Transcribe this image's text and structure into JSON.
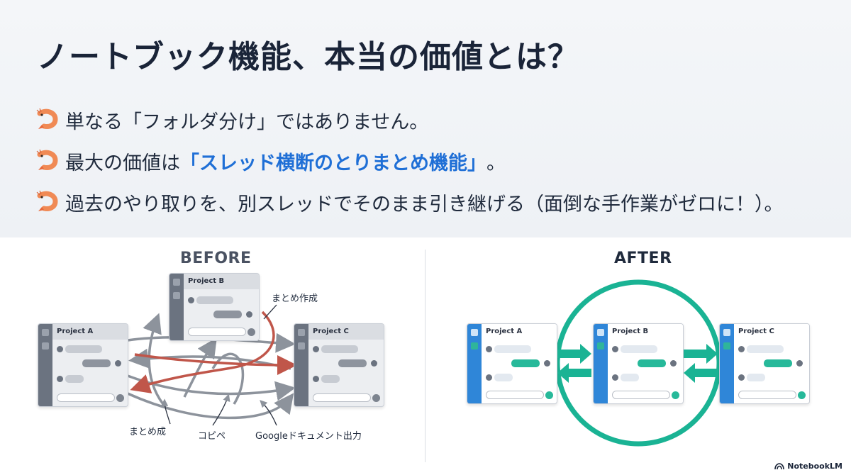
{
  "slide": {
    "title": "ノートブック機能、本当の価値とは？",
    "bullets": [
      {
        "icon": "shrimp-icon",
        "text": "単なる「フォルダ分け」ではありません。"
      },
      {
        "icon": "shrimp-icon",
        "text_before": "最大の価値は",
        "highlight": "「スレッド横断のとりまとめ機能」",
        "text_after": "。"
      },
      {
        "icon": "shrimp-icon",
        "text": "過去のやり取りを、別スレッドでそのまま引き継げる（面倒な手作業がゼロに！）。"
      }
    ]
  },
  "before": {
    "label": "BEFORE",
    "cards": [
      "Project A",
      "Project B",
      "Project C"
    ],
    "annotations": {
      "summary_create": "まとめ作成",
      "summary_done": "まとめ成",
      "copy_paste": "コピペ",
      "google_docs": "Googleドキュメント出力"
    }
  },
  "after": {
    "label": "AFTER",
    "cards": [
      "Project A",
      "Project B",
      "Project C"
    ]
  },
  "brand": {
    "name": "NotebookLM",
    "icon": "notebooklm-logo-icon"
  },
  "colors": {
    "title": "#1a2438",
    "highlight": "#1f6fd6",
    "before_red_arrow": "#c0564a",
    "before_gray_arrow": "#8d939c",
    "after_teal": "#1ab394",
    "after_blue_rail": "#2f86d8"
  }
}
